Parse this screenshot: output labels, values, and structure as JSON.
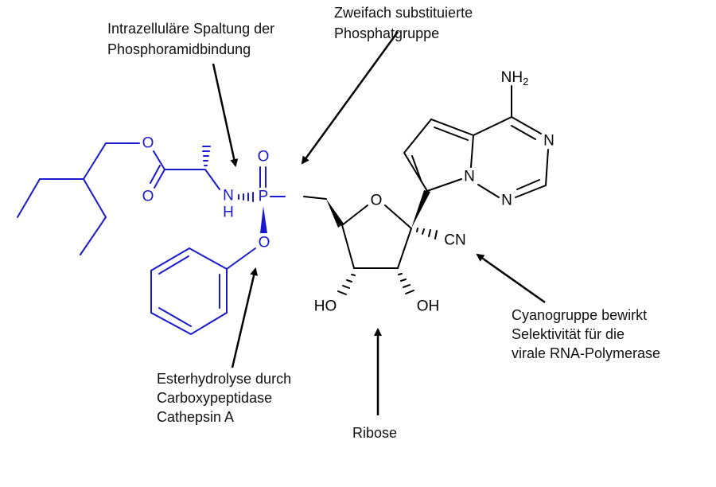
{
  "colors": {
    "prodrug": "#1a1acc",
    "core": "#000000"
  },
  "annotations": {
    "phosphoramide": [
      "Intrazelluläre Spaltung der",
      "Phosphoramidbindung"
    ],
    "phosphate": [
      "Zweifach substituierte",
      "Phosphatgruppe"
    ],
    "cyano": [
      "Cyanogruppe bewirkt",
      "Selektivität für die",
      "virale RNA-Polymerase"
    ],
    "ester": [
      "Esterhydrolyse durch",
      "Carboxypeptidase",
      "Cathepsin A"
    ],
    "ribose": "Ribose"
  },
  "atoms": {
    "o": "O",
    "n": "N",
    "h": "H",
    "p": "P",
    "ho": "HO",
    "oh": "OH",
    "cn": "CN",
    "nh": "NH",
    "sub2": "2"
  }
}
